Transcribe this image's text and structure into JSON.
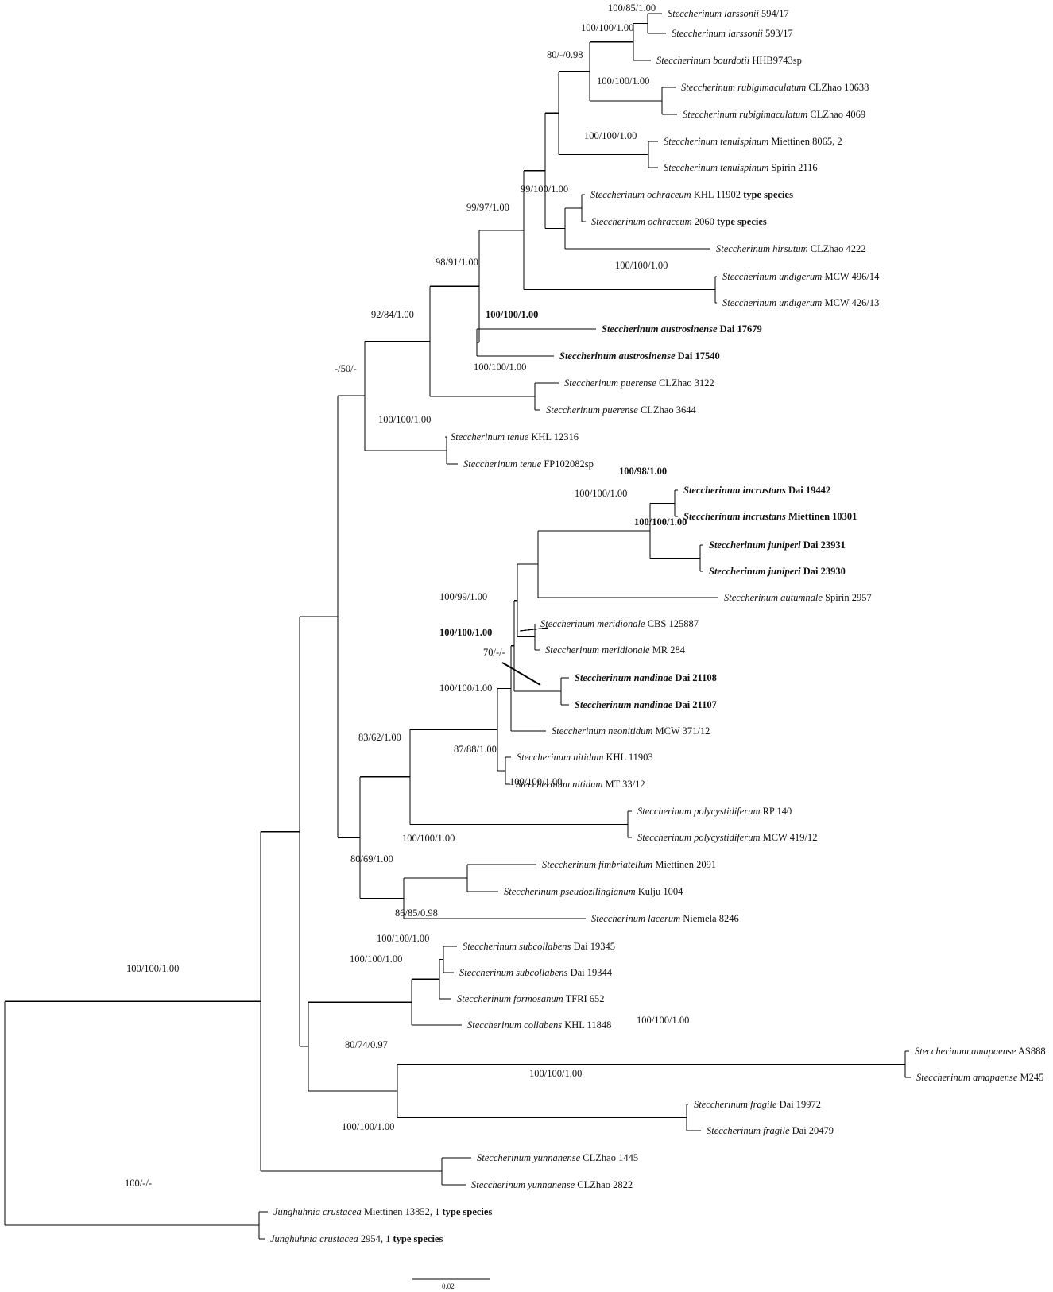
{
  "scale_bar": {
    "label": "0.02"
  },
  "taxa": [
    {
      "id": "t1",
      "name": "Steccherinum larssonii",
      "voucher": "594/17"
    },
    {
      "id": "t2",
      "name": "Steccherinum larssonii",
      "voucher": "593/17"
    },
    {
      "id": "t3",
      "name": "Steccherinum bourdotii",
      "voucher": "HHB9743sp"
    },
    {
      "id": "t4",
      "name": "Steccherinum rubigimaculatum",
      "voucher": "CLZhao 10638"
    },
    {
      "id": "t5",
      "name": "Steccherinum rubigimaculatum",
      "voucher": "CLZhao 4069"
    },
    {
      "id": "t6",
      "name": "Steccherinum tenuispinum",
      "voucher": "Miettinen 8065, 2"
    },
    {
      "id": "t7",
      "name": "Steccherinum tenuispinum",
      "voucher": "Spirin 2116"
    },
    {
      "id": "t8",
      "name": "Steccherinum ochraceum",
      "voucher": "KHL 11902",
      "tag": "type species"
    },
    {
      "id": "t9",
      "name": "Steccherinum ochraceum",
      "voucher": "2060",
      "tag": "type species"
    },
    {
      "id": "t10",
      "name": "Steccherinum hirsutum",
      "voucher": "CLZhao 4222"
    },
    {
      "id": "t11",
      "name": "Steccherinum undigerum",
      "voucher": "MCW 496/14"
    },
    {
      "id": "t12",
      "name": "Steccherinum undigerum",
      "voucher": "MCW 426/13"
    },
    {
      "id": "t13",
      "name": "Steccherinum austrosinense",
      "voucher": " Dai 17679",
      "bold": true
    },
    {
      "id": "t14",
      "name": "Steccherinum austrosinense",
      "voucher": " Dai 17540",
      "bold": true
    },
    {
      "id": "t15",
      "name": "Steccherinum puerense",
      "voucher": "CLZhao 3122"
    },
    {
      "id": "t16",
      "name": "Steccherinum puerense",
      "voucher": "CLZhao 3644"
    },
    {
      "id": "t17",
      "name": "Steccherinum tenue",
      "voucher": "KHL 12316"
    },
    {
      "id": "t18",
      "name": "Steccherinum tenue",
      "voucher": "FP102082sp"
    },
    {
      "id": "t19",
      "name": "Steccherinum incrustans",
      "voucher": "Dai 19442",
      "bold": true
    },
    {
      "id": "t20",
      "name": "Steccherinum incrustans",
      "voucher": "Miettinen 10301",
      "bold": true
    },
    {
      "id": "t21",
      "name": "Steccherinum juniperi",
      "voucher": "Dai 23931",
      "bold": true
    },
    {
      "id": "t22",
      "name": "Steccherinum juniperi",
      "voucher": "Dai 23930",
      "bold": true
    },
    {
      "id": "t23",
      "name": "Steccherinum autumnale",
      "voucher": "Spirin 2957"
    },
    {
      "id": "t24",
      "name": "Steccherinum meridionale",
      "voucher": "CBS 125887"
    },
    {
      "id": "t25",
      "name": "Steccherinum meridionale",
      "voucher": "MR 284"
    },
    {
      "id": "t26",
      "name": "Steccherinum nandinae",
      "voucher": "Dai 21108",
      "bold": true
    },
    {
      "id": "t27",
      "name": "Steccherinum nandinae",
      "voucher": "Dai 21107",
      "bold": true
    },
    {
      "id": "t28",
      "name": "Steccherinum neonitidum",
      "voucher": "MCW 371/12"
    },
    {
      "id": "t29",
      "name": "Steccherinum nitidum",
      "voucher": "KHL 11903"
    },
    {
      "id": "t30",
      "name": "Steccherinum nitidum",
      "voucher": "MT 33/12"
    },
    {
      "id": "t31",
      "name": "Steccherinum polycystidiferum",
      "voucher": "RP 140"
    },
    {
      "id": "t32",
      "name": "Steccherinum polycystidiferum",
      "voucher": "MCW 419/12"
    },
    {
      "id": "t33",
      "name": "Steccherinum fimbriatellum",
      "voucher": "Miettinen 2091"
    },
    {
      "id": "t34",
      "name": "Steccherinum pseudozilingianum",
      "voucher": "Kulju 1004"
    },
    {
      "id": "t35",
      "name": "Steccherinum lacerum",
      "voucher": "Niemela 8246"
    },
    {
      "id": "t36",
      "name": "Steccherinum subcollabens",
      "voucher": "Dai 19345"
    },
    {
      "id": "t37",
      "name": "Steccherinum subcollabens",
      "voucher": "Dai 19344"
    },
    {
      "id": "t38",
      "name": "Steccherinum formosanum",
      "voucher": "TFRI 652"
    },
    {
      "id": "t39",
      "name": "Steccherinum collabens",
      "voucher": "KHL 11848"
    },
    {
      "id": "t40",
      "name": "Steccherinum amapaense",
      "voucher": "AS888"
    },
    {
      "id": "t41",
      "name": "Steccherinum amapaense",
      "voucher": "M245"
    },
    {
      "id": "t42",
      "name": "Steccherinum fragile",
      "voucher": "Dai 19972"
    },
    {
      "id": "t43",
      "name": "Steccherinum fragile",
      "voucher": "Dai 20479"
    },
    {
      "id": "t44",
      "name": "Steccherinum yunnanense",
      "voucher": "CLZhao 1445"
    },
    {
      "id": "t45",
      "name": "Steccherinum yunnanense",
      "voucher": "CLZhao 2822"
    },
    {
      "id": "t46",
      "name": "Junghuhnia crustacea",
      "voucher": "Miettinen 13852, 1",
      "tag": "type species"
    },
    {
      "id": "t47",
      "name": "Junghuhnia crustacea",
      "voucher": "2954, 1",
      "tag": "type species"
    }
  ],
  "supports": [
    {
      "id": "s1",
      "text": "100/85/1.00"
    },
    {
      "id": "s2",
      "text": "100/100/1.00"
    },
    {
      "id": "s3",
      "text": "80/-/0.98"
    },
    {
      "id": "s4",
      "text": "100/100/1.00"
    },
    {
      "id": "s5",
      "text": "100/100/1.00"
    },
    {
      "id": "s6",
      "text": "99/100/1.00"
    },
    {
      "id": "s7",
      "text": "99/97/1.00"
    },
    {
      "id": "s8",
      "text": "100/100/1.00"
    },
    {
      "id": "s9",
      "text": "98/91/1.00"
    },
    {
      "id": "s10",
      "text": "100/100/1.00",
      "bold": true
    },
    {
      "id": "s11",
      "text": "92/84/1.00"
    },
    {
      "id": "s12",
      "text": "100/100/1.00"
    },
    {
      "id": "s13",
      "text": "-/50/-"
    },
    {
      "id": "s14",
      "text": "100/100/1.00"
    },
    {
      "id": "s15",
      "text": "100/98/1.00",
      "bold": true
    },
    {
      "id": "s16",
      "text": "100/100/1.00"
    },
    {
      "id": "s17",
      "text": "100/100/1.00",
      "bold": true
    },
    {
      "id": "s18",
      "text": "100/99/1.00"
    },
    {
      "id": "s19",
      "text": "100/100/1.00",
      "bold": true
    },
    {
      "id": "s20",
      "text": "70/-/-"
    },
    {
      "id": "s21",
      "text": "100/100/1.00"
    },
    {
      "id": "s22",
      "text": "83/62/1.00"
    },
    {
      "id": "s23",
      "text": "87/88/1.00"
    },
    {
      "id": "s24",
      "text": "100/100/1.00"
    },
    {
      "id": "s25",
      "text": "100/100/1.00"
    },
    {
      "id": "s26",
      "text": "80/69/1.00"
    },
    {
      "id": "s27",
      "text": "86/85/0.98"
    },
    {
      "id": "s28",
      "text": "100/100/1.00"
    },
    {
      "id": "s29",
      "text": "100/100/1.00"
    },
    {
      "id": "s30",
      "text": "100/100/1.00"
    },
    {
      "id": "s31",
      "text": "80/74/0.97"
    },
    {
      "id": "s32",
      "text": "100/100/1.00"
    },
    {
      "id": "s33",
      "text": "100/100/1.00"
    },
    {
      "id": "s34",
      "text": "100/100/1.00"
    },
    {
      "id": "s35",
      "text": "100/-/-"
    }
  ]
}
